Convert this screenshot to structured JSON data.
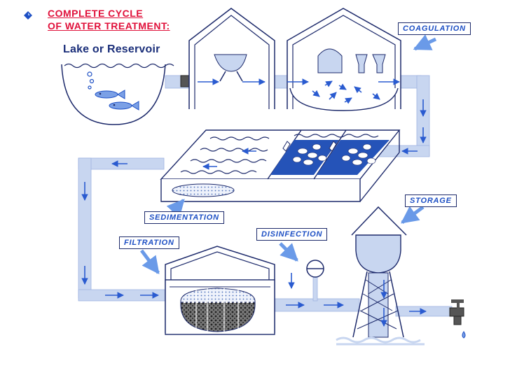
{
  "title": {
    "line1": "COMPLETE  CYCLE",
    "line2": "OF WATER  TREATMENT:"
  },
  "labels": {
    "lake": "Lake or Reservoir",
    "coagulation": "COAGULATION",
    "storage": "STORAGE",
    "sedimentation": "SEDIMENTATION",
    "disinfection": "DISINFECTION",
    "filtration": "FILTRATION"
  },
  "colors": {
    "title": "#e0103a",
    "label_text": "#1d4fc4",
    "line": "#1d2a6b",
    "pipe": "#c8d6f0",
    "arrow": "#2a5bd0",
    "water": "#2553b8"
  },
  "icons": {
    "bullet": "blue-diamond-bullet",
    "faucet": "faucet-icon",
    "fish": "fish-icon"
  }
}
